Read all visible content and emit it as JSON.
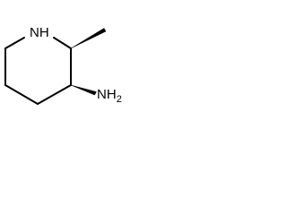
{
  "molecule": {
    "atoms": {
      "ring_nitrogen": {
        "label": "N",
        "suffix": "H"
      },
      "amine": {
        "label": "N",
        "suffix": "H",
        "subscript": "2"
      }
    },
    "colors": {
      "bond": "#000000",
      "text": "#000000",
      "background": "#ffffff"
    }
  }
}
